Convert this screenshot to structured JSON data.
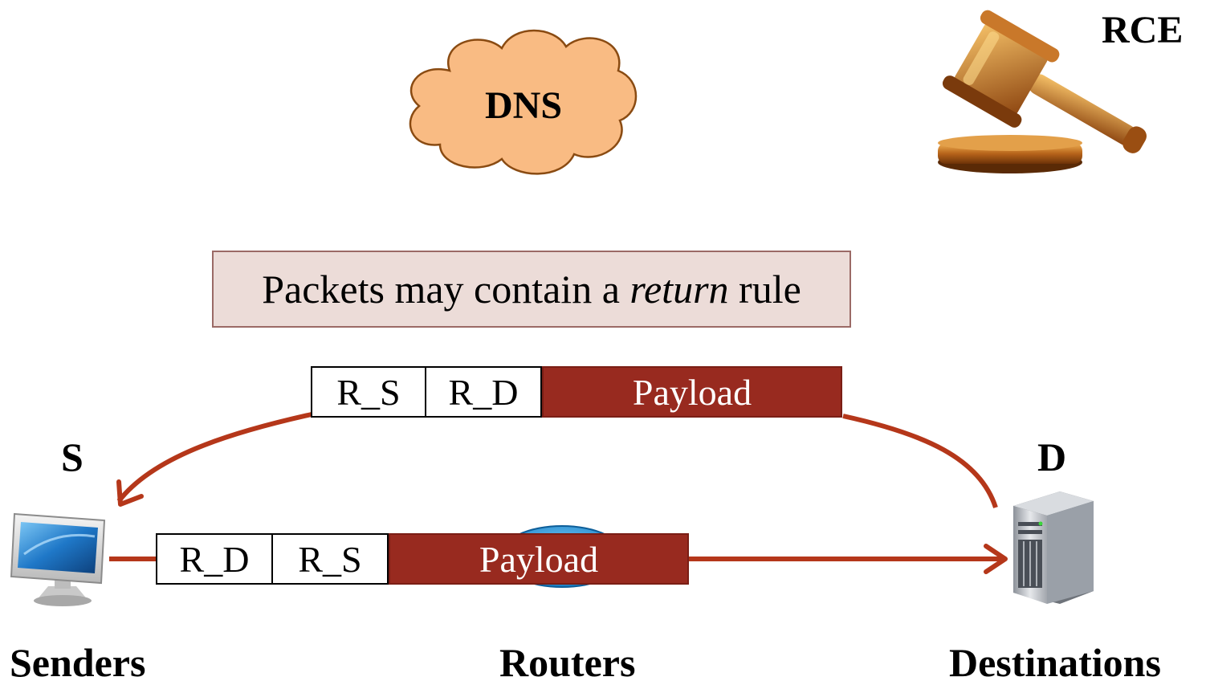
{
  "nodes": {
    "dns": "DNS",
    "rce": "RCE",
    "sender_short": "S",
    "destination_short": "D"
  },
  "categories": {
    "senders": "Senders",
    "routers": "Routers",
    "destinations": "Destinations"
  },
  "note": {
    "before": "Packets may contain a ",
    "emphasis": "return",
    "after": " rule"
  },
  "return_packet": {
    "field1": "R_S",
    "field2": "R_D",
    "payload": "Payload"
  },
  "forward_packet": {
    "field1": "R_D",
    "field2": "R_S",
    "payload": "Payload"
  },
  "colors": {
    "arrow": "#b5371a",
    "payload": "#982a1f",
    "cloud": "#f9bb83",
    "note_bg": "#ecdcd8"
  }
}
